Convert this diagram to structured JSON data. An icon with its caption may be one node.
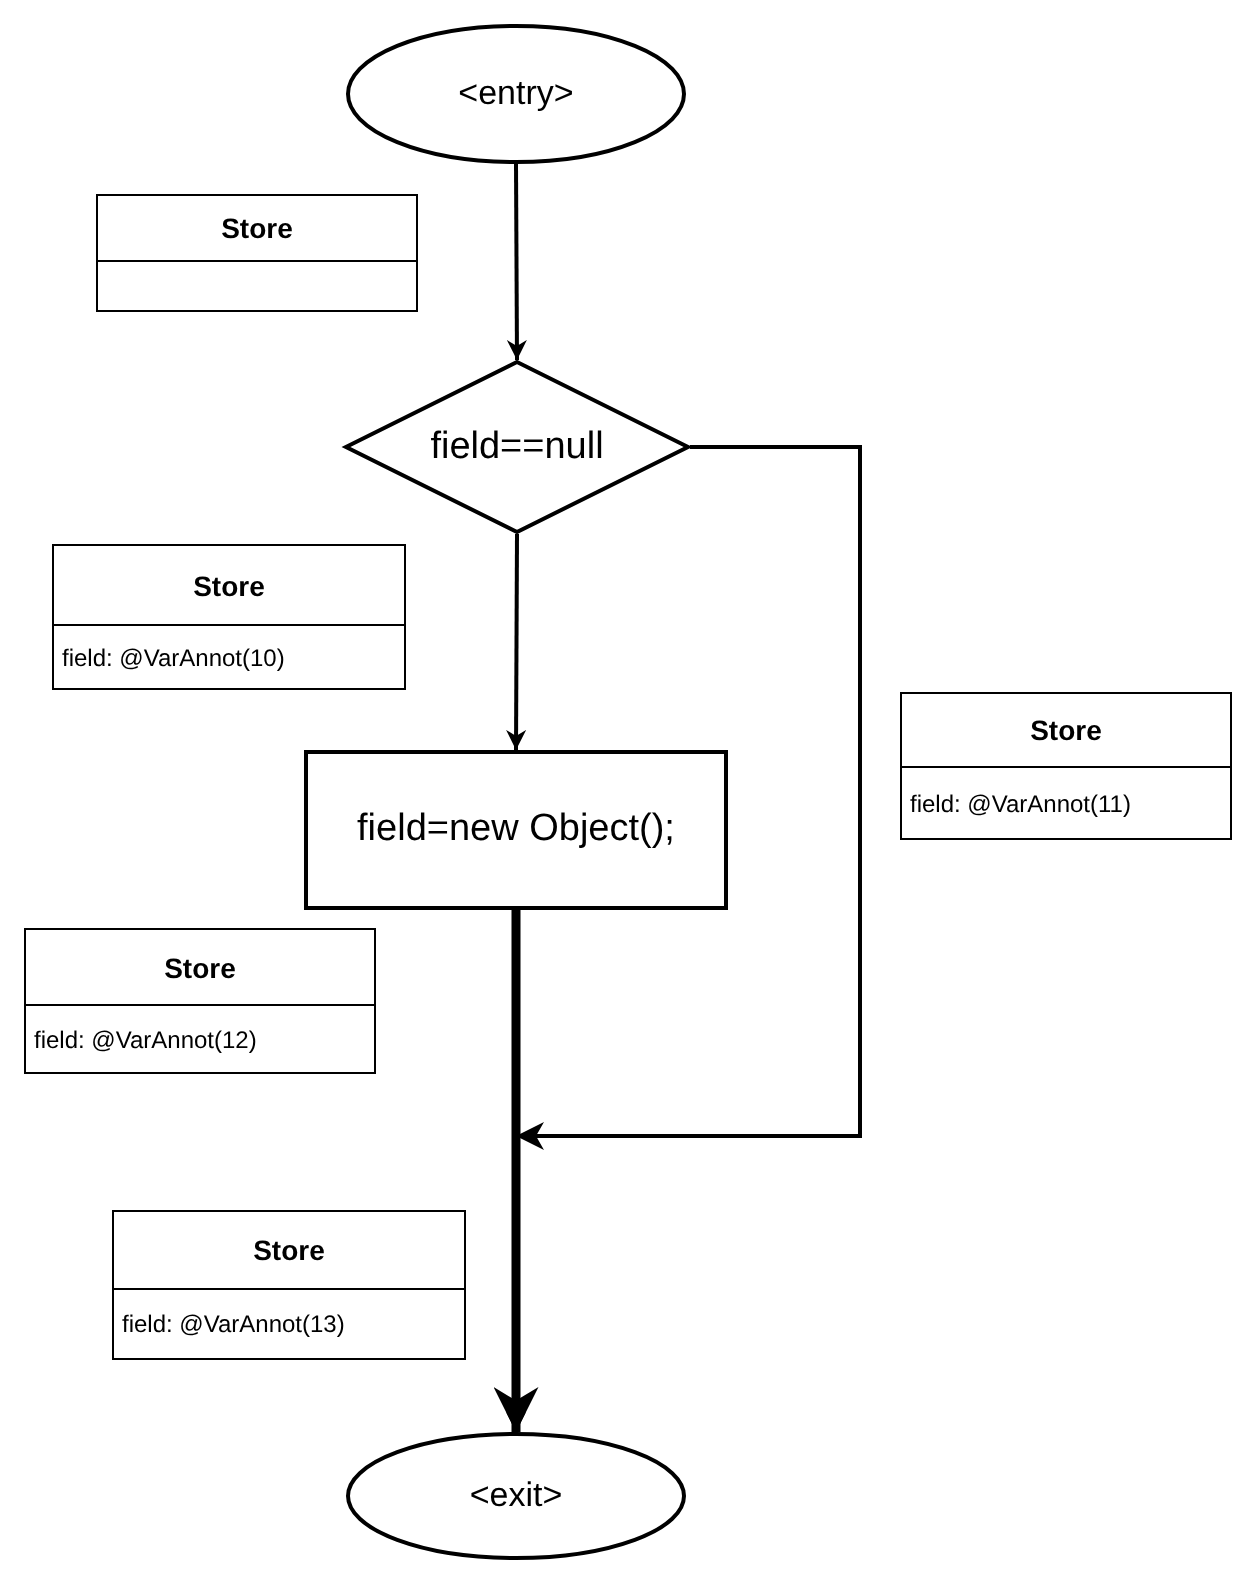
{
  "diagram": {
    "nodes": [
      {
        "text": [
          "<entry>"
        ]
      },
      {
        "text": [
          "Store"
        ]
      },
      {
        "text": [
          "field==null"
        ]
      },
      {
        "text": [
          "Store",
          "field: @VarAnnot(10)"
        ]
      },
      {
        "text": [
          "field=new Object();"
        ]
      },
      {
        "text": [
          "Store",
          "field: @VarAnnot(11)"
        ]
      },
      {
        "text": [
          "Store",
          "field: @VarAnnot(12)"
        ]
      },
      {
        "text": [
          "Store",
          "field: @VarAnnot(13)"
        ]
      },
      {
        "text": [
          "<exit>"
        ]
      }
    ],
    "edges": [
      {
        "from": 0,
        "to": 2,
        "arrow": "to"
      },
      {
        "from": 2,
        "to": 4,
        "arrow": "to"
      },
      {
        "from": 2,
        "to": 8,
        "arrow": "to"
      },
      {
        "from": 4,
        "to": 8,
        "arrow": "to",
        "style": "thick"
      }
    ]
  }
}
